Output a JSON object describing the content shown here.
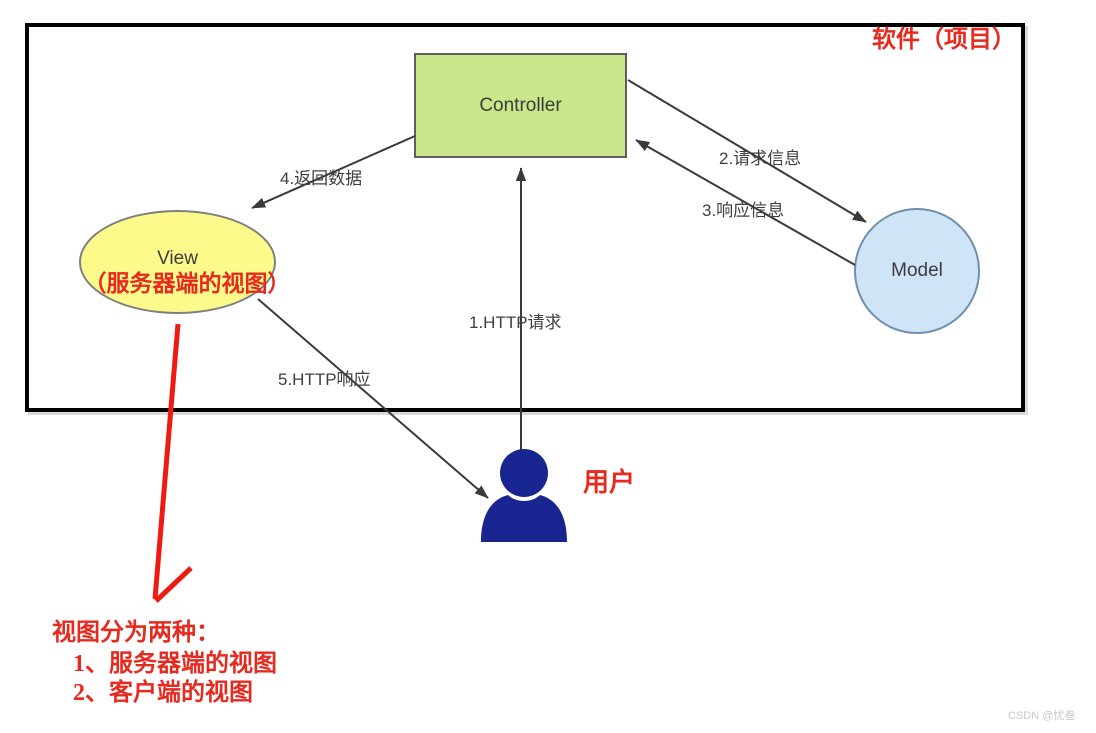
{
  "boundary": {
    "label": "软件（项目）"
  },
  "nodes": {
    "controller": {
      "label": "Controller"
    },
    "view": {
      "label": "View",
      "sublabel": "（服务器端的视图）"
    },
    "model": {
      "label": "Model"
    },
    "user": {
      "label": "用户"
    }
  },
  "edges": {
    "http_request": {
      "label": "1.HTTP请求",
      "from": "user",
      "to": "controller"
    },
    "request_info": {
      "label": "2.请求信息",
      "from": "controller",
      "to": "model"
    },
    "response_info": {
      "label": "3.响应信息",
      "from": "model",
      "to": "controller"
    },
    "return_data": {
      "label": "4.返回数据",
      "from": "controller",
      "to": "view"
    },
    "http_response": {
      "label": "5.HTTP响应",
      "from": "view",
      "to": "user"
    }
  },
  "note": {
    "title": "视图分为两种：",
    "items": [
      "1、服务器端的视图",
      "2、客户端的视图"
    ]
  },
  "watermark": "CSDN @忧叁",
  "colors": {
    "controller_fill": "#c9e68a",
    "view_fill": "#fcfa8b",
    "model_fill": "#cfe4f7",
    "user_icon": "#182590",
    "annotation_red": "#e62a1f",
    "line": "#3a3a3a",
    "boundary_border": "#000000"
  }
}
